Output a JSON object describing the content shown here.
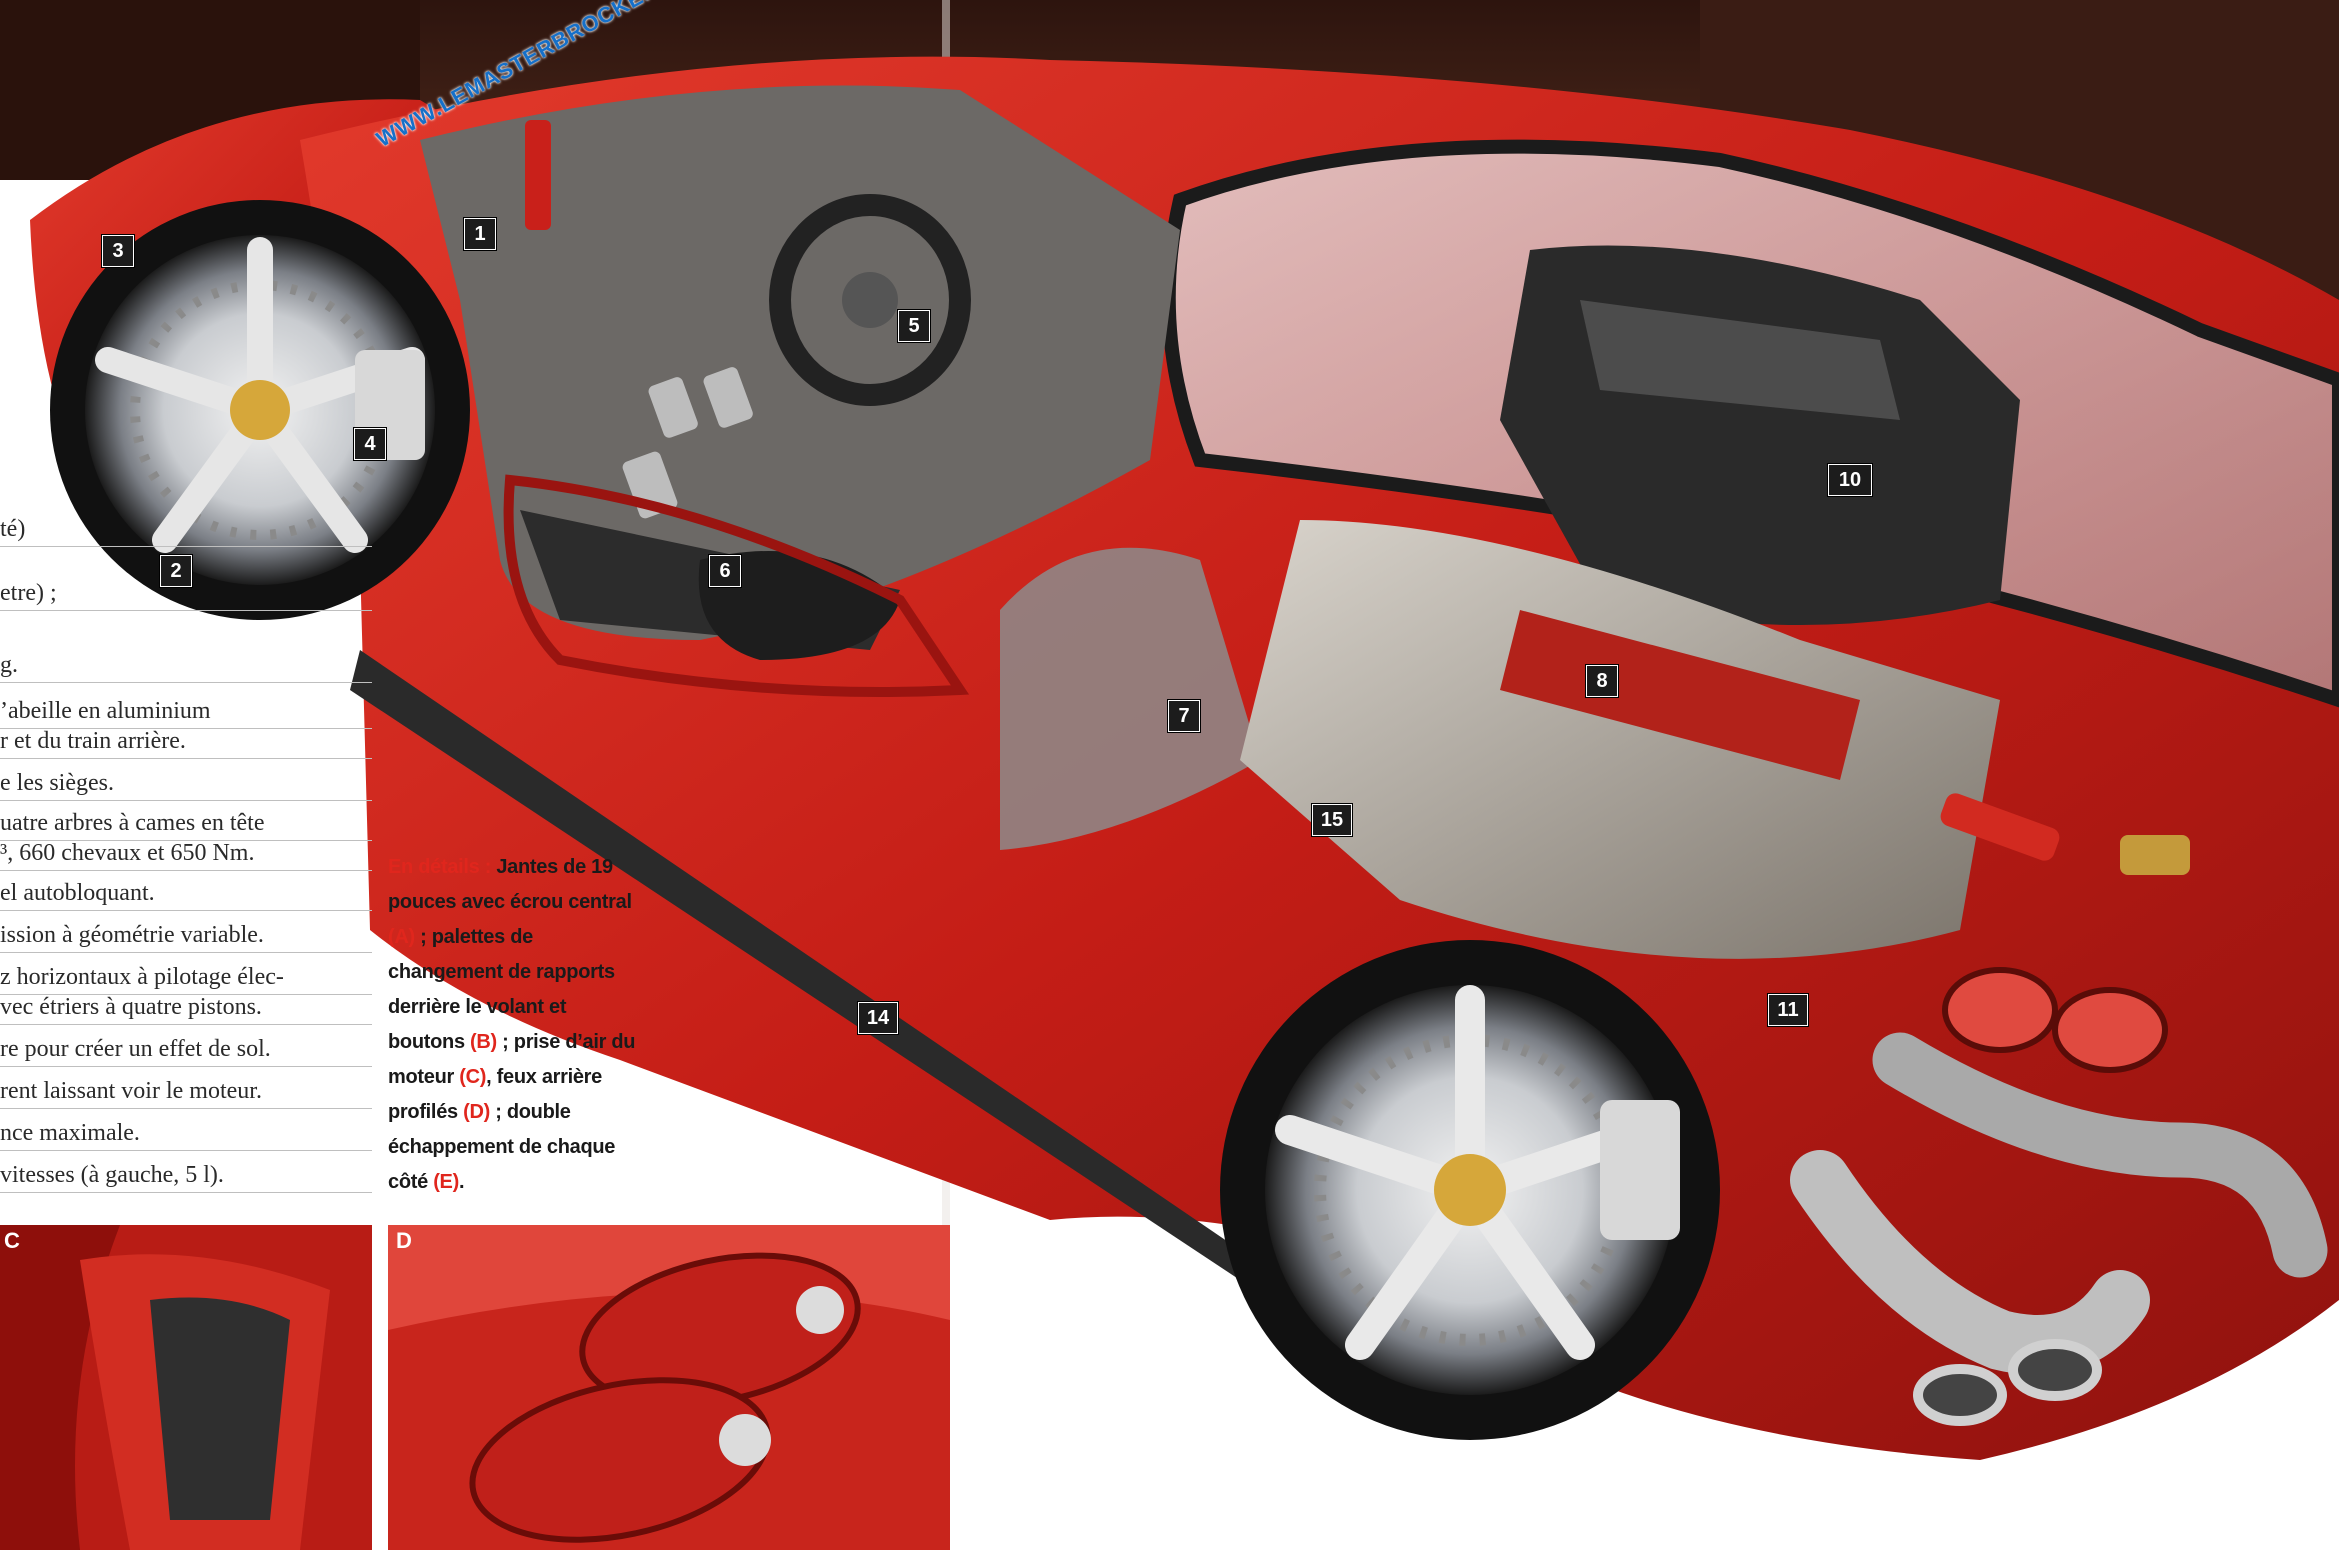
{
  "left_text": {
    "lines": [
      "té)",
      "etre) ;",
      "g.",
      "’abeille en aluminium",
      "r et du train arrière.",
      "e les sièges.",
      "uatre arbres à cames en tête",
      "³, 660 chevaux et 650 Nm.",
      "el autobloquant.",
      "ission à géométrie variable.",
      "z horizontaux à pilotage élec-",
      "vec étriers à quatre pistons.",
      "re pour créer un effet de sol.",
      "rent laissant voir le moteur.",
      "nce maximale.",
      " vitesses (à gauche, 5 l)."
    ]
  },
  "details": {
    "heading": "En détails :",
    "text_1": " Jantes de 19 pouces avec écrou central ",
    "ref_a": "(A)",
    "text_2": " ; palettes de changement de rapports derrière le volant et boutons ",
    "ref_b": "(B)",
    "text_3": " ; prise d’air du moteur ",
    "ref_c": "(C)",
    "text_4": ", feux arrière profilés ",
    "ref_d": "(D)",
    "text_5": " ; double échappement de chaque côté ",
    "ref_e": "(E)",
    "text_6": "."
  },
  "callouts": {
    "n1": "1",
    "n2": "2",
    "n3": "3",
    "n4": "4",
    "n5": "5",
    "n6": "6",
    "n7": "7",
    "n8": "8",
    "n10": "10",
    "n11": "11",
    "n14": "14",
    "n15": "15"
  },
  "photos": {
    "c_letter": "C",
    "d_letter": "D"
  },
  "watermark": "WWW.LEMASTERBROCKERS.COM",
  "colors": {
    "car_red": "#c8201a",
    "background_brown": "#3a1c14",
    "callout_box": "#1c1c1c",
    "detail_red": "#e0261d",
    "watermark_blue": "#1670c9"
  }
}
